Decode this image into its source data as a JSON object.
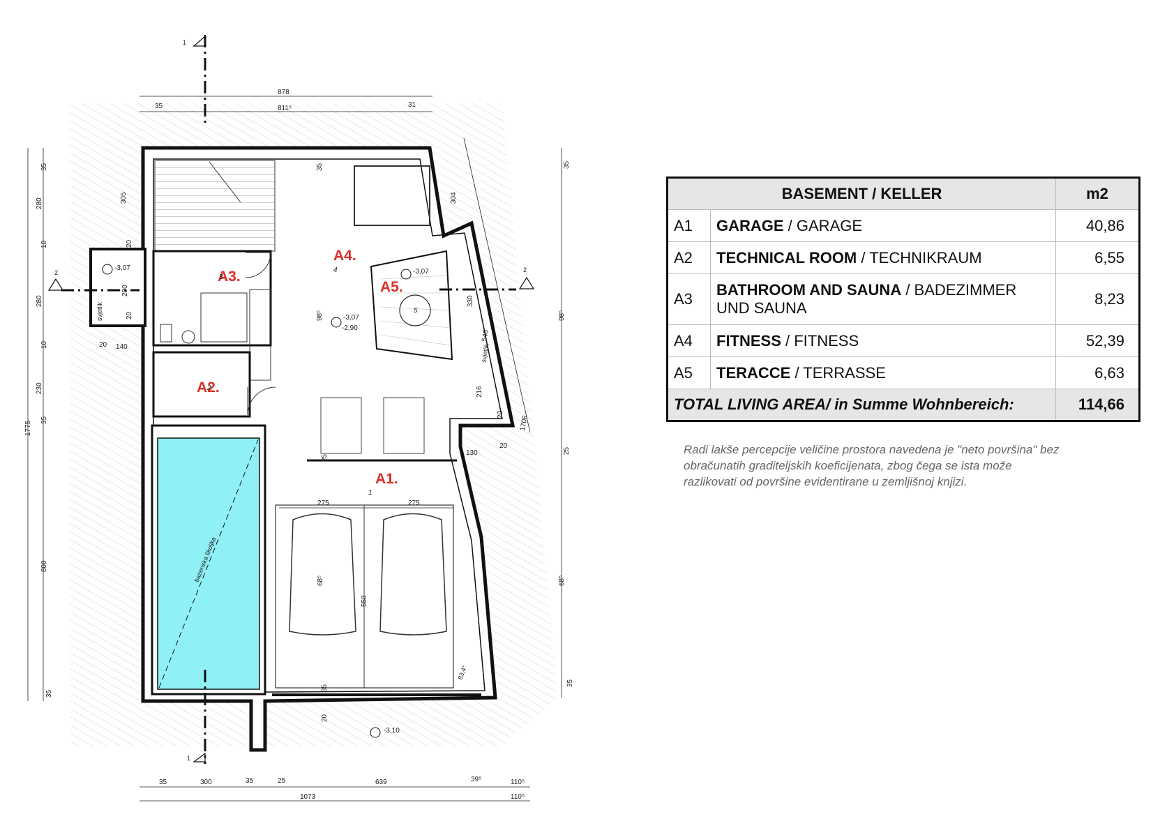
{
  "table": {
    "header_title": "BASEMENT / KELLER",
    "header_unit": "m2",
    "rows": [
      {
        "code": "A1",
        "name_bold": "GARAGE",
        "name_rest": " / GARAGE",
        "value": "40,86"
      },
      {
        "code": "A2",
        "name_bold": "TECHNICAL ROOM",
        "name_rest": " / TECHNIKRAUM",
        "value": "6,55"
      },
      {
        "code": "A3",
        "name_bold": "BATHROOM AND SAUNA",
        "name_rest": " / BADEZIMMER UND SAUNA",
        "value": "8,23"
      },
      {
        "code": "A4",
        "name_bold": "FITNESS",
        "name_rest": " / FITNESS",
        "value": "52,39"
      },
      {
        "code": "A5",
        "name_bold": "TERACCE",
        "name_rest": " / TERRASSE",
        "value": "6,63"
      }
    ],
    "total_label": "TOTAL LIVING AREA/ in Summe Wohnbereich:",
    "total_value": "114,66"
  },
  "note": "Radi lakše percepcije veličine prostora navedena je \"neto površina\" bez obračunatih graditeljskih koeficijenata, zbog čega se ista može razlikovati od površine evidentirane u zemljišnoj knjizi.",
  "plan": {
    "rooms": {
      "a1": {
        "label": "A1.",
        "num": "1"
      },
      "a2": {
        "label": "A2.",
        "num": "2"
      },
      "a3": {
        "label": "A3.",
        "num": "3"
      },
      "a4": {
        "label": "A4.",
        "num": "4"
      },
      "a5": {
        "label": "A5.",
        "num": "5"
      }
    },
    "levels": {
      "l1": "-3,07",
      "l2": "-3,07",
      "l3a": "-3,07",
      "l3b": "-2,90",
      "l4": "-3,10"
    },
    "section_marks": {
      "s1": "1",
      "s2": "2"
    },
    "texts": {
      "pool": "bazenska školjka",
      "svjetlik1": "svjetlik",
      "svjetlik2": "svjetlik",
      "angle": "83,4°"
    },
    "dims": {
      "top_total": "878",
      "top_left": "35",
      "top_mid": "811⁵",
      "top_right": "31",
      "left_a": "35",
      "left_b": "280",
      "left_c": "10",
      "left_d": "280",
      "left_e": "10",
      "left_f": "230",
      "left_g": "35",
      "left_h": "800",
      "left_i": "35",
      "left_total": "1775",
      "right_a": "35",
      "right_b": "98⁵",
      "right_c": "25",
      "right_d": "68⁵",
      "right_e": "35",
      "bottom_1": "35",
      "bottom_2": "300",
      "bottom_3": "35",
      "bottom_4": "25",
      "bottom_5": "639",
      "bottom_6": "39⁵",
      "bottom_7": "110⁵",
      "bottom_total": "1073",
      "bottom_total_r": "110⁵",
      "d305": "305",
      "d304": "304",
      "d35a": "35",
      "d20a": "20",
      "d200": "200",
      "d20b": "20",
      "d20c": "20",
      "d140": "140",
      "d330": "330",
      "d546": "546",
      "d216": "216",
      "d20d": "20",
      "d1706": "1706",
      "d130": "130",
      "d20e": "20",
      "d25": "25",
      "d275a": "275",
      "d275b": "275",
      "d550": "550",
      "d68": "68⁵",
      "d98": "98⁵",
      "d35b": "35",
      "d20f": "20"
    }
  }
}
